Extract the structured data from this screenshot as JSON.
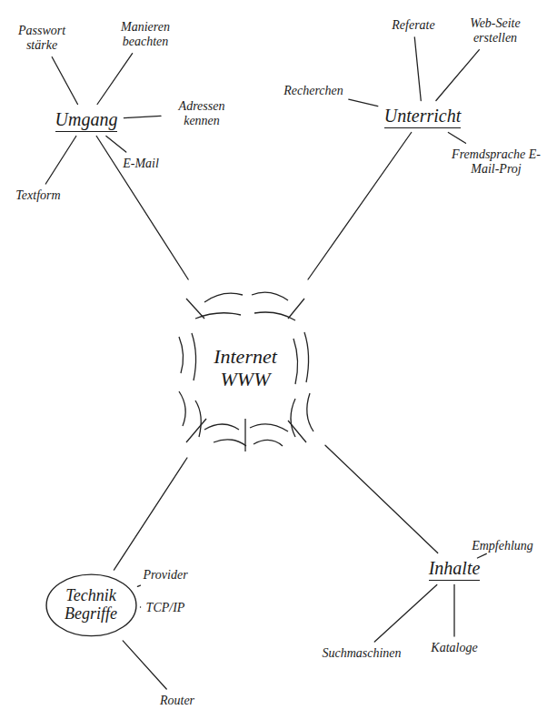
{
  "diagram": {
    "nodes": [
      {
        "text": [
          "Passwort stärke"
        ]
      },
      {
        "text": [
          "Manieren beachten"
        ]
      },
      {
        "text": [
          "Referate"
        ]
      },
      {
        "text": [
          "Web-Seite erstellen"
        ]
      },
      {
        "text": [
          "Recherchen"
        ]
      },
      {
        "text": [
          "Umgang"
        ]
      },
      {
        "text": [
          "Adressen kennen"
        ]
      },
      {
        "text": [
          "Unterricht"
        ]
      },
      {
        "text": [
          "E-Mail"
        ]
      },
      {
        "text": [
          "Fremdsprache E-Mail-Proj"
        ]
      },
      {
        "text": [
          "Textform"
        ]
      },
      {
        "text": [
          "Internet WWW"
        ]
      },
      {
        "text": [
          "Empfehlung"
        ]
      },
      {
        "text": [
          "Inhalte"
        ]
      },
      {
        "text": [
          "Provider"
        ]
      },
      {
        "text": [
          "Technik Begriffe"
        ]
      },
      {
        "text": [
          "TCP/IP"
        ]
      },
      {
        "text": [
          "Kataloge"
        ]
      },
      {
        "text": [
          "Suchmaschinen"
        ]
      },
      {
        "text": [
          "Router"
        ]
      }
    ],
    "edges": [
      {
        "from": 11,
        "to": 5,
        "arrow": "none"
      },
      {
        "from": 11,
        "to": 7,
        "arrow": "none"
      },
      {
        "from": 11,
        "to": 15,
        "arrow": "none"
      },
      {
        "from": 11,
        "to": 13,
        "arrow": "none"
      },
      {
        "from": 5,
        "to": 0,
        "arrow": "none"
      },
      {
        "from": 5,
        "to": 1,
        "arrow": "none"
      },
      {
        "from": 5,
        "to": 6,
        "arrow": "none"
      },
      {
        "from": 5,
        "to": 8,
        "arrow": "none"
      },
      {
        "from": 5,
        "to": 10,
        "arrow": "none"
      },
      {
        "from": 7,
        "to": 4,
        "arrow": "none"
      },
      {
        "from": 7,
        "to": 2,
        "arrow": "none"
      },
      {
        "from": 7,
        "to": 3,
        "arrow": "none"
      },
      {
        "from": 7,
        "to": 9,
        "arrow": "none"
      },
      {
        "from": 15,
        "to": 14,
        "arrow": "none"
      },
      {
        "from": 15,
        "to": 16,
        "arrow": "none"
      },
      {
        "from": 15,
        "to": 19,
        "arrow": "none"
      },
      {
        "from": 13,
        "to": 12,
        "arrow": "none"
      },
      {
        "from": 13,
        "to": 18,
        "arrow": "none"
      },
      {
        "from": 13,
        "to": 17,
        "arrow": "none"
      }
    ]
  }
}
